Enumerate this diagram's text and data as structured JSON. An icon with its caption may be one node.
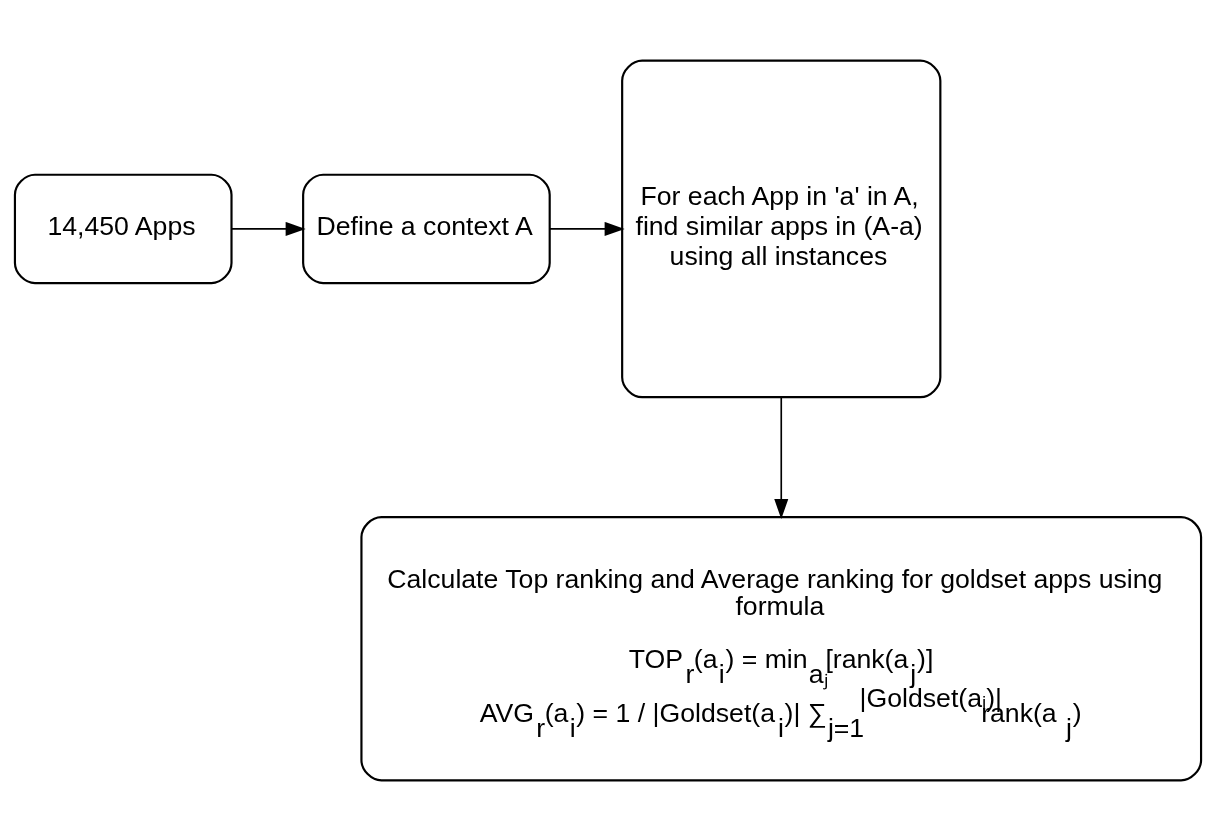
{
  "diagram": {
    "nodes": [
      {
        "text": [
          "14,450 Apps"
        ]
      },
      {
        "text": [
          "Define a context A"
        ]
      },
      {
        "text": [
          "For each App in 'a' in A, find similar apps in (A-a) using all instances"
        ]
      },
      {
        "text": [
          "Calculate Top ranking and Average ranking for goldset apps using formula",
          "TOP$_{r}$(a$_{i}$) = min$_{aⱼ}$[rank(a$_{j}$)]",
          "AVG$_{r}$(a$_{i}$) = 1 / |Goldset(a$_{i}$)| ∑$_{j=1}$$^{|Goldset(aᵢ)|}$ rank(a$_{j}$)"
        ]
      }
    ],
    "edges": [
      {
        "from": 0,
        "to": 1,
        "arrow": "to"
      },
      {
        "from": 1,
        "to": 2,
        "arrow": "to"
      },
      {
        "from": 2,
        "to": 3,
        "arrow": "to"
      }
    ]
  }
}
